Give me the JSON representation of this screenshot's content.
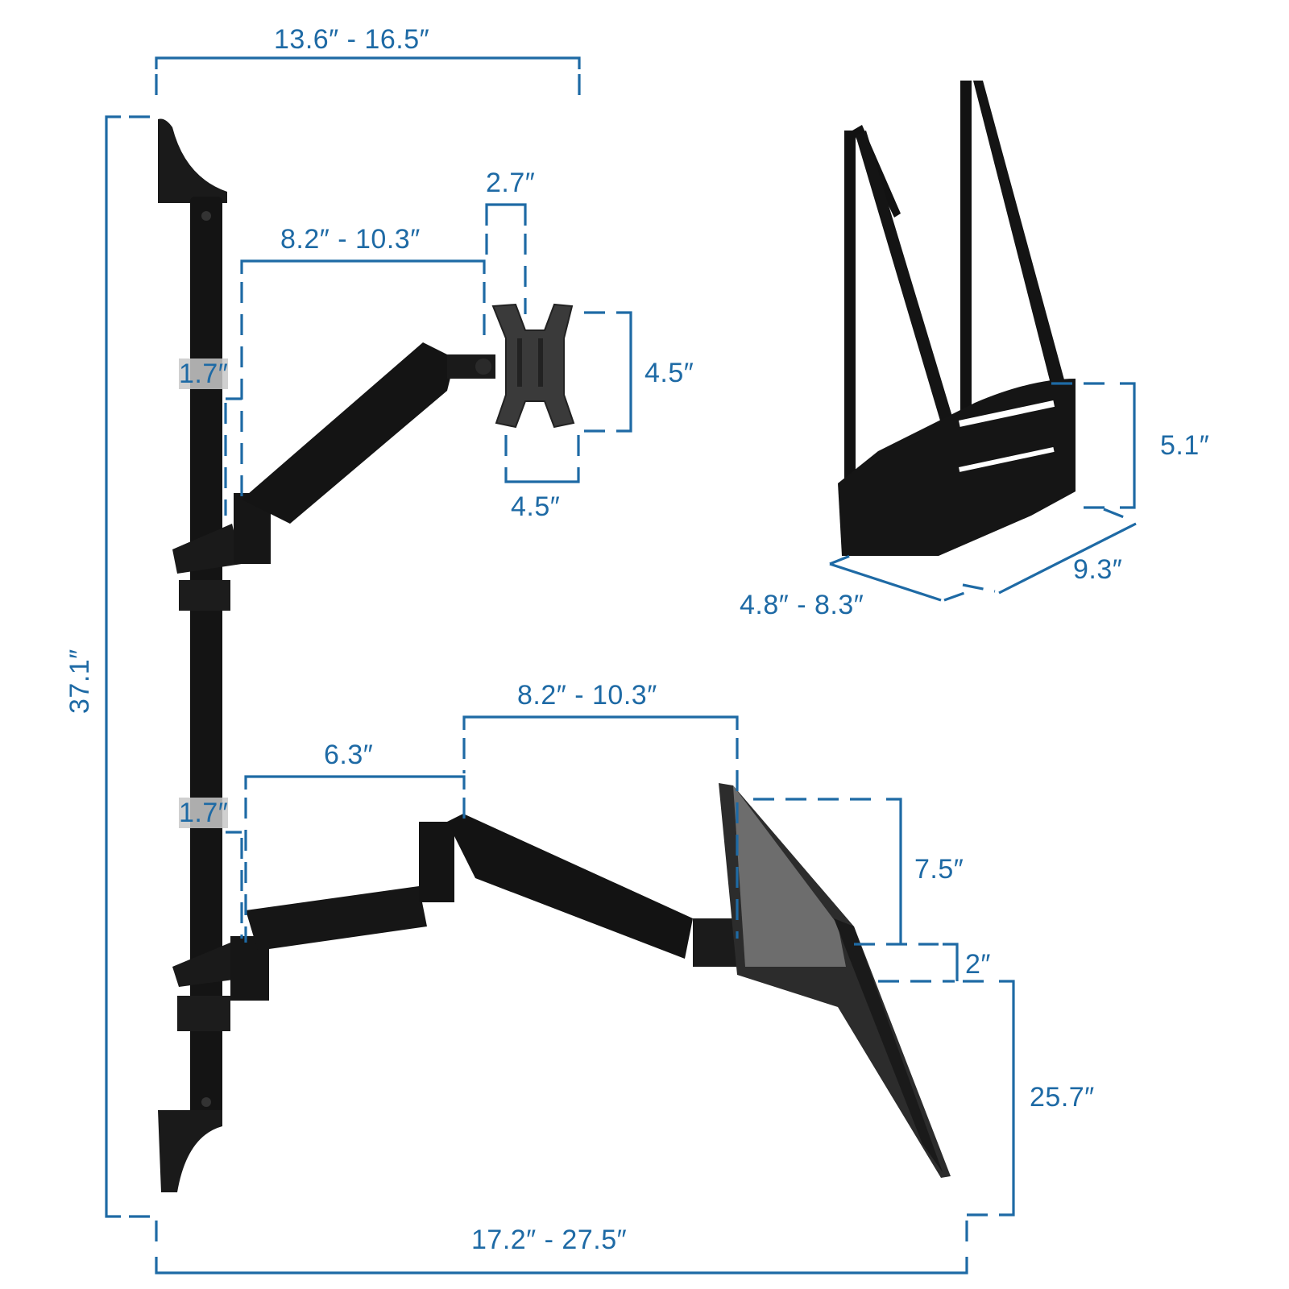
{
  "diagram": {
    "subject": "Wall-mounted sit-stand workstation with monitor arm, keyboard tray arm and CPU holder",
    "line_color": "#1e6aa5",
    "product_color": "#111111",
    "dimensions": {
      "top_width": "13.6″ - 16.5″",
      "overall_height": "37.1″",
      "upper_arm_reach": "8.2″ - 10.3″",
      "vesa_offset": "2.7″",
      "vesa_height": "4.5″",
      "vesa_width": "4.5″",
      "pole_diameter_upper": "1.7″",
      "pole_diameter_lower": "1.7″",
      "lower_arm_first_segment": "6.3″",
      "lower_arm_reach": "8.2″ - 10.3″",
      "tray_upper_height": "7.5″",
      "tray_lip": "2″",
      "tray_length": "25.7″",
      "overall_depth": "17.2″ - 27.5″",
      "cpu_holder_height": "5.1″",
      "cpu_holder_length": "9.3″",
      "cpu_holder_width": "4.8″ - 8.3″"
    },
    "components": [
      {
        "name": "wall-rail-pole"
      },
      {
        "name": "monitor-gas-spring-arm"
      },
      {
        "name": "vesa-plate"
      },
      {
        "name": "keyboard-tray-arm"
      },
      {
        "name": "keyboard-tray"
      },
      {
        "name": "cpu-holder"
      }
    ]
  }
}
